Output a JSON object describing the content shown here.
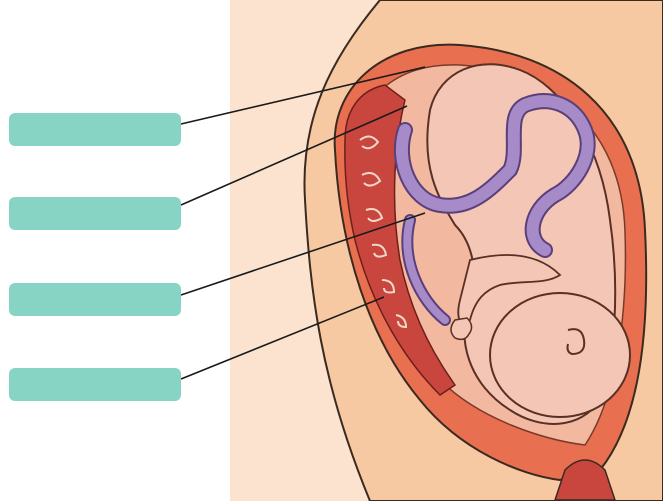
{
  "labels": [
    {
      "id": 1,
      "text": ""
    },
    {
      "id": 2,
      "text": ""
    },
    {
      "id": 3,
      "text": ""
    },
    {
      "id": 4,
      "text": ""
    }
  ],
  "colors": {
    "label_fill": "#88d4c4",
    "skin": "#f5c6a0",
    "uterus_wall": "#e86f4f",
    "placenta": "#c9463e",
    "cord": "#a78bc8",
    "fetus": "#f3c6b6",
    "amniotic_fluid": "#f2b9a0"
  }
}
